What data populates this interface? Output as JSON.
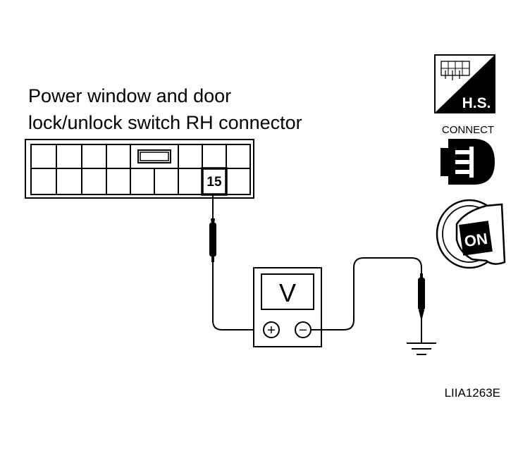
{
  "title": {
    "line1": "Power window and door",
    "line2": "lock/unlock switch RH connector"
  },
  "connector": {
    "terminal_label": "15"
  },
  "meter": {
    "display": "V",
    "plus": "+",
    "minus": "−"
  },
  "icons": {
    "harness_side": {
      "name": "harness-side-icon",
      "label": "H.S."
    },
    "connect": {
      "name": "connect-icon",
      "label": "CONNECT"
    },
    "ignition": {
      "name": "ignition-on-icon",
      "label": "ON"
    }
  },
  "figure_code": "LIIA1263E"
}
